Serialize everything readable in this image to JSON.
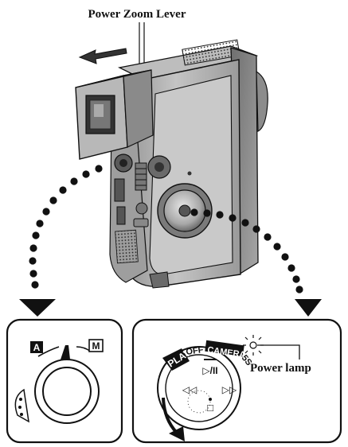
{
  "callouts": {
    "power_zoom_lever": "Power Zoom Lever",
    "power_lamp": "Power lamp"
  },
  "dial_left": {
    "mode_a": "A",
    "mode_m": "M"
  },
  "dial_right": {
    "play": "PLAY",
    "off": "OFF",
    "camera": "CAMERA",
    "five_s": "5S",
    "play_pause_symbol": "▷/II",
    "rewind_symbol": "◁◁",
    "fast_forward_symbol": "▷▷",
    "stop_symbol": "□"
  },
  "colors": {
    "ink": "#111111",
    "body_gray": "#a9a9a9",
    "body_light": "#d6d6d6",
    "body_dark": "#6e6e6e"
  }
}
